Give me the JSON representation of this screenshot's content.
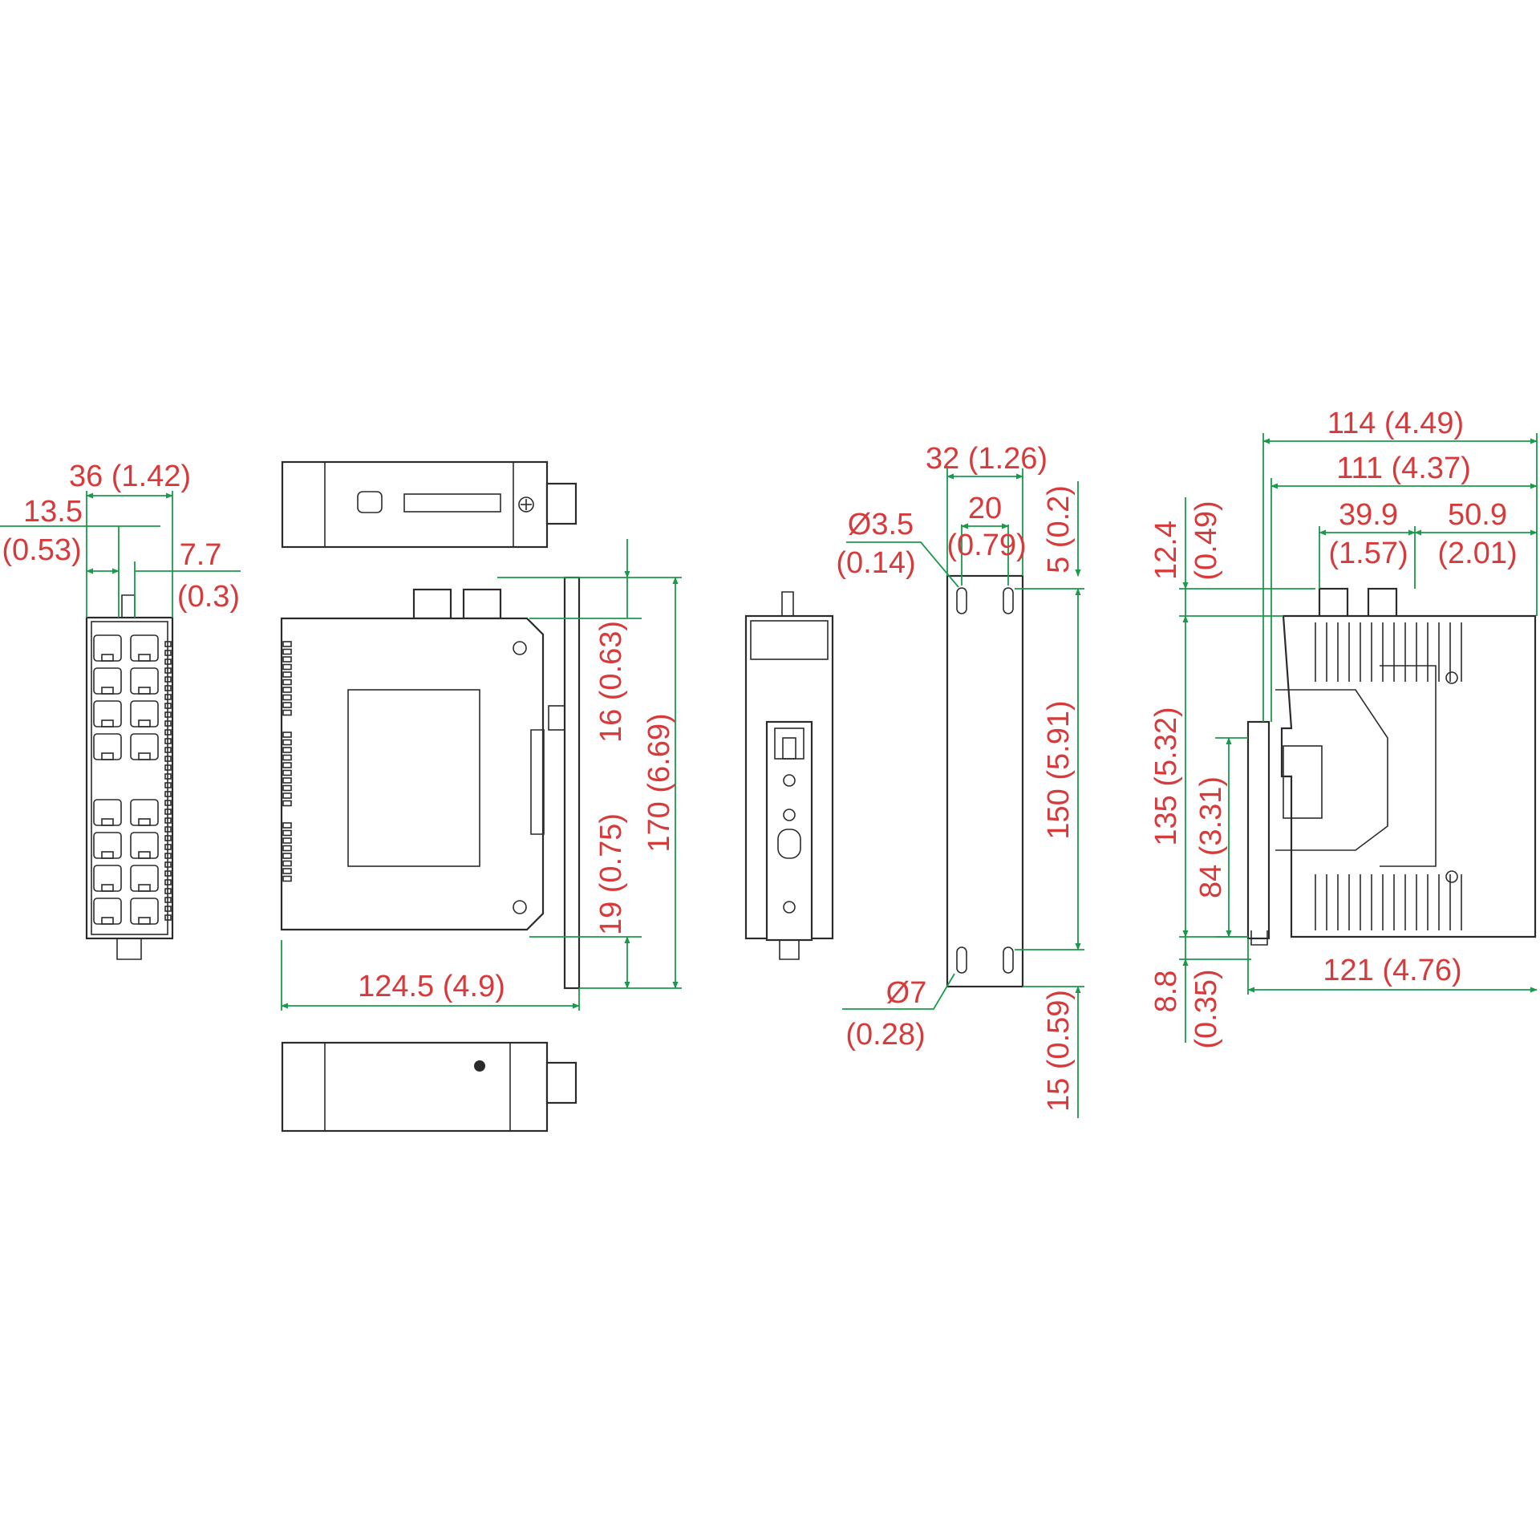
{
  "colors": {
    "dimension_line": "#1a9a4a",
    "dimension_text": "#d63a3a",
    "outline": "#2b2b2b"
  },
  "dims": {
    "front_width": "36 (1.42)",
    "front_left_a": "13.5",
    "front_left_b": "(0.53)",
    "front_right_a": "7.7",
    "front_right_b": "(0.3)",
    "side_width": "124.5 (4.9)",
    "side_top": "16 (0.63)",
    "side_bottom": "19 (0.75)",
    "side_height": "170 (6.69)",
    "wall_width": "32 (1.26)",
    "wall_hole_pitch_a": "20",
    "wall_hole_pitch_b": "(0.79)",
    "wall_hole_small_a": "Ø3.5",
    "wall_hole_small_b": "(0.14)",
    "wall_hole_large_a": "Ø7",
    "wall_hole_large_b": "(0.28)",
    "wall_top": "5 (0.2)",
    "wall_pitch": "150 (5.91)",
    "wall_bottom": "15 (0.59)",
    "rear_total": "114 (4.49)",
    "rear_body": "111 (4.37)",
    "rear_conn_a": "39.9",
    "rear_conn_b": "(1.57)",
    "rear_right_a": "50.9",
    "rear_right_b": "(2.01)",
    "rear_top_a": "12.4",
    "rear_top_b": "(0.49)",
    "rear_height": "135 (5.32)",
    "rear_rail": "84 (3.31)",
    "rear_base_a": "8.8",
    "rear_base_b": "(0.35)",
    "rear_depth": "121 (4.76)"
  }
}
